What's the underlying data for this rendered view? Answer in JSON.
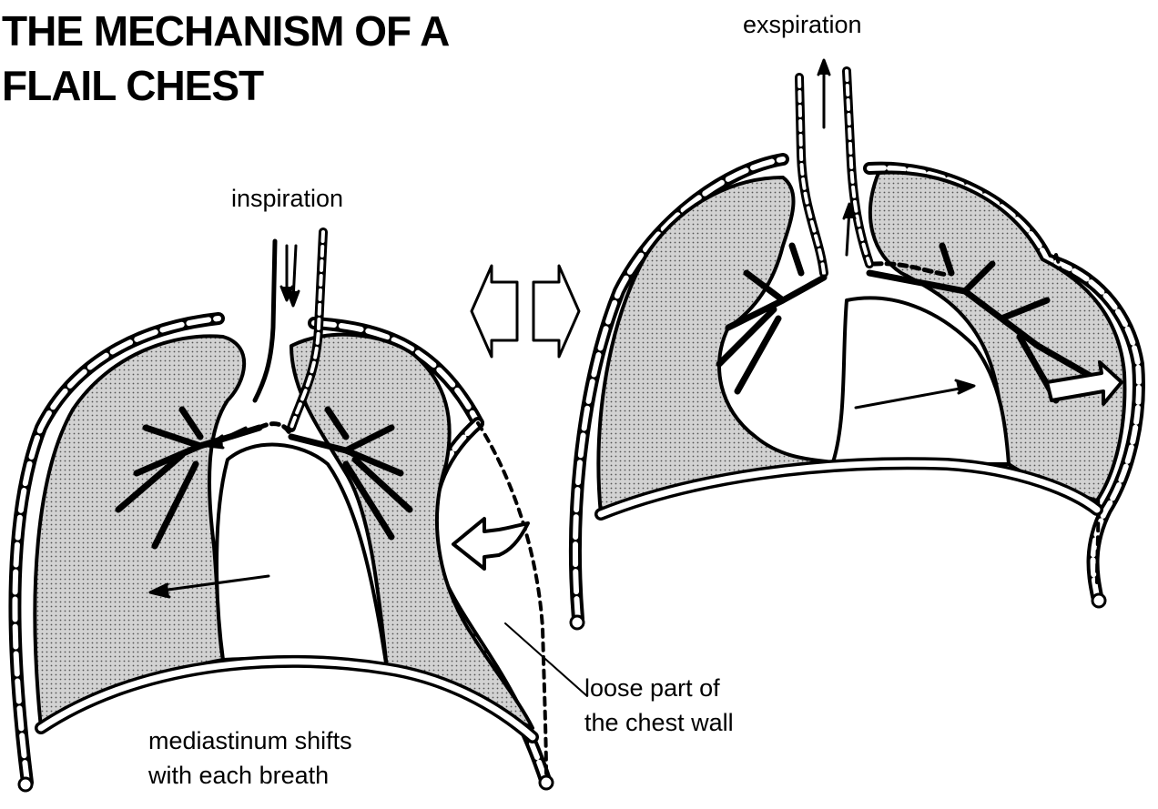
{
  "title": {
    "line1": "THE MECHANISM OF A",
    "line2": "FLAIL CHEST"
  },
  "labels": {
    "inspiration": "inspiration",
    "exspiration": "exspiration",
    "loose_line1": "loose part of",
    "loose_line2": "the chest wall",
    "mediastinum_line1": "mediastinum shifts",
    "mediastinum_line2": "with each breath"
  },
  "colors": {
    "ink": "#000000",
    "lung_fill": "#c9c9c9",
    "background": "#ffffff"
  }
}
